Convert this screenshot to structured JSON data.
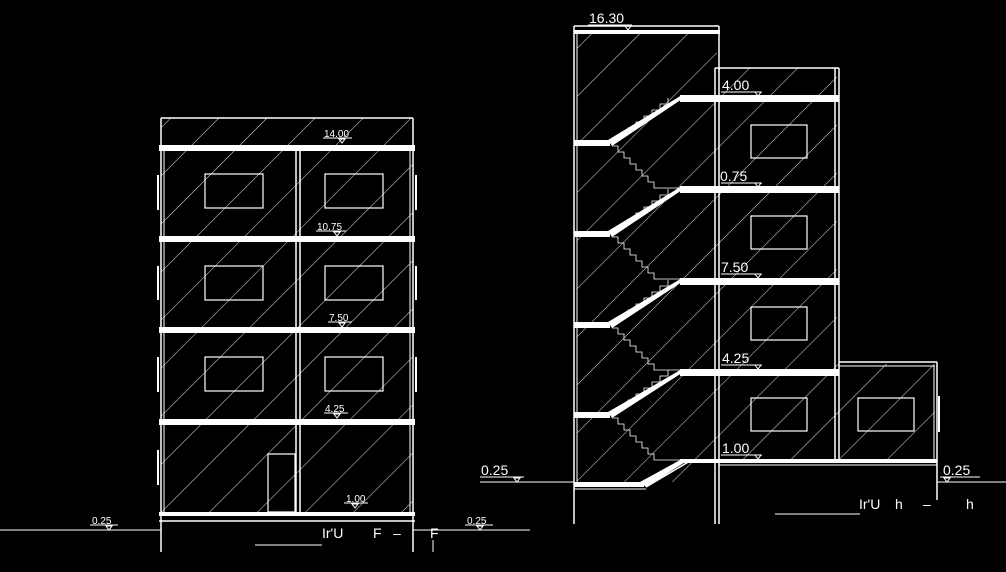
{
  "colors": {
    "background": "#000000",
    "line": "#ffffff"
  },
  "left_section": {
    "levels": {
      "top": "14.00",
      "l3": "10.75",
      "l2": "7.50",
      "l1": "4.25",
      "ground": "1.00",
      "outside": "0.25",
      "outside_right": "0.25"
    },
    "caption": {
      "part1": "Ir'U",
      "part2": "F",
      "dash": "–",
      "part3": "F"
    }
  },
  "right_section": {
    "levels": {
      "roof": "16.30",
      "top": "4.00",
      "l3": "0.75",
      "l2": "7.50",
      "l1": "4.25",
      "ground": "1.00",
      "outside_left": "0.25",
      "outside_right": "0.25"
    },
    "caption": {
      "part1": "Ir'U",
      "part2": "h",
      "dash": "–",
      "part3": "h"
    }
  }
}
